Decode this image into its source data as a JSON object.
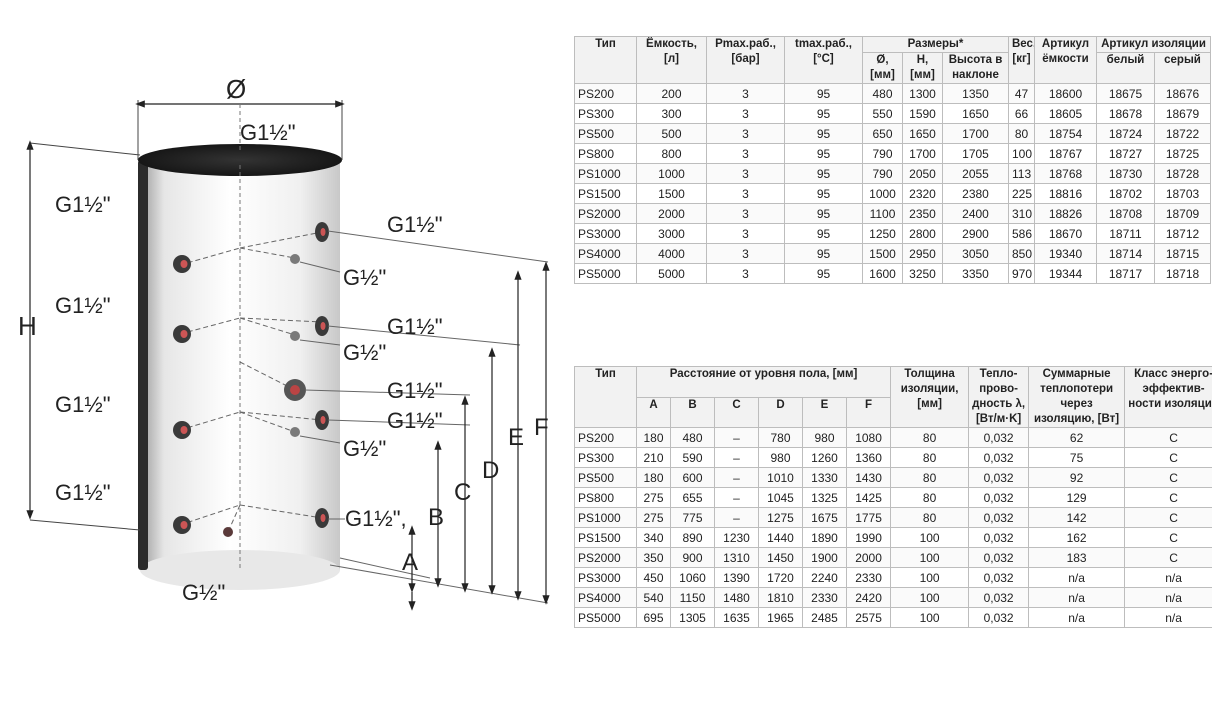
{
  "diagram": {
    "diameter_symbol": "Ø",
    "connections": {
      "top": "G1½\"",
      "left_1": "G1½\"",
      "left_2": "G1½\"",
      "left_3": "G1½\"",
      "left_4": "G1½\"",
      "right_1": "G1½\"",
      "right_2": "G1½\"",
      "right_3": "G1½\"",
      "right_4": "G1½\"",
      "right_5": "G1½\",",
      "sensor_1": "G½\"",
      "sensor_2": "G½\"",
      "sensor_3": "G½\"",
      "bottom": "G½\""
    },
    "dimension_letters": {
      "h": "H",
      "a": "A",
      "b": "B",
      "c": "C",
      "d": "D",
      "e": "E",
      "f": "F"
    }
  },
  "table1": {
    "headers": {
      "type": "Тип",
      "capacity": "Ёмкость, [л]",
      "pmax": "Pmax.раб., [бар]",
      "tmax": "tmax.раб., [°C]",
      "dims": "Размеры*",
      "dia": "Ø, [мм]",
      "h": "H, [мм]",
      "tilt": "Высота в наклоне",
      "weight": "Вес, [кг]",
      "article": "Артикул ёмкости",
      "insulation_article": "Артикул изоляции",
      "white": "белый",
      "grey": "серый"
    },
    "rows": [
      [
        "PS200",
        "200",
        "3",
        "95",
        "480",
        "1300",
        "1350",
        "47",
        "18600",
        "18675",
        "18676"
      ],
      [
        "PS300",
        "300",
        "3",
        "95",
        "550",
        "1590",
        "1650",
        "66",
        "18605",
        "18678",
        "18679"
      ],
      [
        "PS500",
        "500",
        "3",
        "95",
        "650",
        "1650",
        "1700",
        "80",
        "18754",
        "18724",
        "18722"
      ],
      [
        "PS800",
        "800",
        "3",
        "95",
        "790",
        "1700",
        "1705",
        "100",
        "18767",
        "18727",
        "18725"
      ],
      [
        "PS1000",
        "1000",
        "3",
        "95",
        "790",
        "2050",
        "2055",
        "113",
        "18768",
        "18730",
        "18728"
      ],
      [
        "PS1500",
        "1500",
        "3",
        "95",
        "1000",
        "2320",
        "2380",
        "225",
        "18816",
        "18702",
        "18703"
      ],
      [
        "PS2000",
        "2000",
        "3",
        "95",
        "1100",
        "2350",
        "2400",
        "310",
        "18826",
        "18708",
        "18709"
      ],
      [
        "PS3000",
        "3000",
        "3",
        "95",
        "1250",
        "2800",
        "2900",
        "586",
        "18670",
        "18711",
        "18712"
      ],
      [
        "PS4000",
        "4000",
        "3",
        "95",
        "1500",
        "2950",
        "3050",
        "850",
        "19340",
        "18714",
        "18715"
      ],
      [
        "PS5000",
        "5000",
        "3",
        "95",
        "1600",
        "3250",
        "3350",
        "970",
        "19344",
        "18717",
        "18718"
      ]
    ]
  },
  "table2": {
    "headers": {
      "type": "Тип",
      "distance": "Расстояние от уровня пола, [мм]",
      "a": "A",
      "b": "B",
      "c": "C",
      "d": "D",
      "e": "E",
      "f": "F",
      "thickness": "Толщина изоляции, [мм]",
      "conductivity": "Тепло-прово-дность λ, [Вт/м·K]",
      "losses": "Суммарные теплопотери через изоляцию, [Вт]",
      "class": "Класс энерго-эффектив-ности изоляции"
    },
    "rows": [
      [
        "PS200",
        "180",
        "480",
        "–",
        "780",
        "980",
        "1080",
        "80",
        "0,032",
        "62",
        "C"
      ],
      [
        "PS300",
        "210",
        "590",
        "–",
        "980",
        "1260",
        "1360",
        "80",
        "0,032",
        "75",
        "C"
      ],
      [
        "PS500",
        "180",
        "600",
        "–",
        "1010",
        "1330",
        "1430",
        "80",
        "0,032",
        "92",
        "C"
      ],
      [
        "PS800",
        "275",
        "655",
        "–",
        "1045",
        "1325",
        "1425",
        "80",
        "0,032",
        "129",
        "C"
      ],
      [
        "PS1000",
        "275",
        "775",
        "–",
        "1275",
        "1675",
        "1775",
        "80",
        "0,032",
        "142",
        "C"
      ],
      [
        "PS1500",
        "340",
        "890",
        "1230",
        "1440",
        "1890",
        "1990",
        "100",
        "0,032",
        "162",
        "C"
      ],
      [
        "PS2000",
        "350",
        "900",
        "1310",
        "1450",
        "1900",
        "2000",
        "100",
        "0,032",
        "183",
        "C"
      ],
      [
        "PS3000",
        "450",
        "1060",
        "1390",
        "1720",
        "2240",
        "2330",
        "100",
        "0,032",
        "n/a",
        "n/a"
      ],
      [
        "PS4000",
        "540",
        "1150",
        "1480",
        "1810",
        "2330",
        "2420",
        "100",
        "0,032",
        "n/a",
        "n/a"
      ],
      [
        "PS5000",
        "695",
        "1305",
        "1635",
        "1965",
        "2485",
        "2575",
        "100",
        "0,032",
        "n/a",
        "n/a"
      ]
    ]
  }
}
